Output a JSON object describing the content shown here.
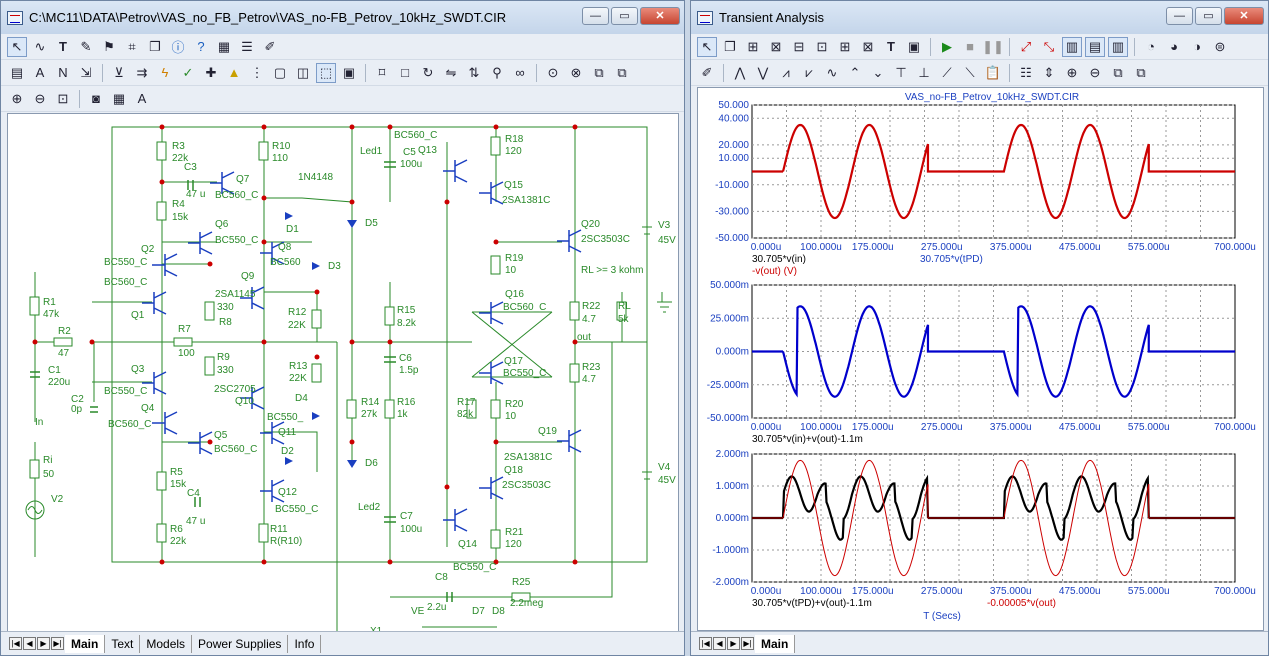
{
  "left_window": {
    "title": "C:\\MC11\\DATA\\Petrov\\VAS_no_FB_Petrov\\VAS_no-FB_Petrov_10kHz_SWDT.CIR",
    "tabs": [
      "Main",
      "Text",
      "Models",
      "Power Supplies",
      "Info"
    ],
    "nav": [
      "|◀",
      "◀",
      "▶",
      "▶|"
    ],
    "schematic_labels": [
      [
        "R3",
        170,
        147
      ],
      [
        "22k",
        170,
        159
      ],
      [
        "C3",
        182,
        168
      ],
      [
        "47 u",
        184,
        195
      ],
      [
        "R4",
        170,
        205
      ],
      [
        "15k",
        170,
        218
      ],
      [
        "Q2",
        139,
        250
      ],
      [
        "BC550_C",
        102,
        263
      ],
      [
        "BC560_C",
        102,
        283
      ],
      [
        "R1",
        41,
        303
      ],
      [
        "47k",
        41,
        315
      ],
      [
        "R2",
        56,
        332
      ],
      [
        "47",
        56,
        354
      ],
      [
        "Q1",
        129,
        316
      ],
      [
        "R7",
        176,
        330
      ],
      [
        "100",
        176,
        354
      ],
      [
        "C1",
        46,
        371
      ],
      [
        "220u",
        46,
        383
      ],
      [
        "Q3",
        129,
        370
      ],
      [
        "BC550_C",
        102,
        392
      ],
      [
        "C2",
        69,
        400
      ],
      [
        "0p",
        69,
        410
      ],
      [
        "Q4",
        139,
        409
      ],
      [
        "BC560_C",
        106,
        425
      ],
      [
        "Ri",
        41,
        461
      ],
      [
        "50",
        41,
        475
      ],
      [
        "V2",
        49,
        500
      ],
      [
        "In",
        33,
        423
      ],
      [
        "R5",
        168,
        473
      ],
      [
        "15k",
        168,
        485
      ],
      [
        "C4",
        185,
        494
      ],
      [
        "47 u",
        184,
        522
      ],
      [
        "R6",
        168,
        530
      ],
      [
        "22k",
        168,
        542
      ],
      [
        "R10",
        270,
        147
      ],
      [
        "110",
        270,
        159
      ],
      [
        "Q7",
        234,
        180
      ],
      [
        "BC560_C",
        213,
        196
      ],
      [
        "1N4148",
        296,
        178
      ],
      [
        "Q6",
        213,
        225
      ],
      [
        "BC550_C",
        213,
        241
      ],
      [
        "D1",
        284,
        230
      ],
      [
        "Q8",
        276,
        248
      ],
      [
        "BC560",
        268,
        263
      ],
      [
        "D3",
        326,
        267
      ],
      [
        "Q9",
        239,
        277
      ],
      [
        "2SA1145",
        213,
        295
      ],
      [
        "330",
        215,
        308
      ],
      [
        "R8",
        217,
        323
      ],
      [
        "R12",
        286,
        313
      ],
      [
        "22K",
        286,
        326
      ],
      [
        "R9",
        215,
        358
      ],
      [
        "330",
        215,
        371
      ],
      [
        "R13",
        287,
        367
      ],
      [
        "22K",
        287,
        379
      ],
      [
        "2SC2705",
        212,
        390
      ],
      [
        "Q10",
        233,
        402
      ],
      [
        "D4",
        293,
        399
      ],
      [
        "BC550_",
        265,
        418
      ],
      [
        "Q11",
        276,
        433
      ],
      [
        "Q5",
        212,
        436
      ],
      [
        "BC560_C",
        212,
        450
      ],
      [
        "D2",
        279,
        452
      ],
      [
        "Q12",
        276,
        493
      ],
      [
        "BC550_C",
        273,
        510
      ],
      [
        "R11",
        268,
        530
      ],
      [
        "R(R10)",
        268,
        542
      ],
      [
        "BC560_C",
        392,
        136
      ],
      [
        "Led1",
        358,
        152
      ],
      [
        "C5",
        401,
        153
      ],
      [
        "100u",
        398,
        165
      ],
      [
        "D5",
        363,
        224
      ],
      [
        "R15",
        395,
        311
      ],
      [
        "8.2k",
        395,
        324
      ],
      [
        "C6",
        397,
        359
      ],
      [
        "1.5p",
        397,
        371
      ],
      [
        "R14",
        359,
        403
      ],
      [
        "27k",
        359,
        415
      ],
      [
        "R16",
        395,
        403
      ],
      [
        "1k",
        395,
        415
      ],
      [
        "D6",
        363,
        464
      ],
      [
        "Led2",
        356,
        508
      ],
      [
        "C7",
        398,
        517
      ],
      [
        "100u",
        398,
        530
      ],
      [
        "Q13",
        416,
        151
      ],
      [
        "R18",
        503,
        140
      ],
      [
        "120",
        503,
        152
      ],
      [
        "Q15",
        502,
        186
      ],
      [
        "2SA1381C",
        500,
        201
      ],
      [
        "R19",
        503,
        259
      ],
      [
        "10",
        503,
        271
      ],
      [
        "Q16",
        503,
        295
      ],
      [
        "BC560_C",
        501,
        308
      ],
      [
        "Q17",
        502,
        362
      ],
      [
        "BC550_C",
        501,
        374
      ],
      [
        "R17",
        455,
        403
      ],
      [
        "82k",
        455,
        415
      ],
      [
        "R20",
        503,
        405
      ],
      [
        "10",
        503,
        417
      ],
      [
        "Q19",
        536,
        432
      ],
      [
        "2SA1381C",
        502,
        458
      ],
      [
        "Q18",
        502,
        471
      ],
      [
        "2SC3503C",
        500,
        486
      ],
      [
        "R21",
        503,
        533
      ],
      [
        "120",
        503,
        545
      ],
      [
        "Q14",
        456,
        545
      ],
      [
        "BC550_C",
        451,
        568
      ],
      [
        "Q20",
        579,
        225
      ],
      [
        "2SC3503C",
        579,
        240
      ],
      [
        "V3",
        656,
        226
      ],
      [
        "45V",
        656,
        241
      ],
      [
        "RL >= 3 kohm",
        579,
        271
      ],
      [
        "R22",
        580,
        307
      ],
      [
        "4.7",
        580,
        320
      ],
      [
        "RL",
        616,
        307
      ],
      [
        "5k",
        616,
        320
      ],
      [
        "out",
        575,
        338
      ],
      [
        "R23",
        580,
        368
      ],
      [
        "4.7",
        580,
        380
      ],
      [
        "V4",
        656,
        468
      ],
      [
        "45V",
        656,
        481
      ],
      [
        "C8",
        433,
        578
      ],
      [
        "R25",
        510,
        583
      ],
      [
        "2.2u",
        425,
        608
      ],
      [
        "2.2meg",
        508,
        604
      ],
      [
        "VE",
        409,
        612
      ],
      [
        "D7",
        470,
        612
      ],
      [
        "D8",
        490,
        612
      ],
      [
        "X1",
        368,
        632
      ]
    ]
  },
  "right_window": {
    "title": "Transient Analysis",
    "tabs": [
      "Main"
    ],
    "nav": [
      "|◀",
      "◀",
      "▶",
      "▶|"
    ],
    "plot_title": "VAS_no-FB_Petrov_10kHz_SWDT.CIR",
    "x_axis_label": "T (Secs)"
  },
  "chart_data": [
    {
      "type": "line",
      "title": "VAS_no-FB_Petrov_10kHz_SWDT.CIR",
      "yticks": [
        "50.000",
        "40.000",
        "20.000",
        "10.000",
        "-10.000",
        "-30.000",
        "-50.000"
      ],
      "ylim": [
        -50,
        50
      ],
      "xticks": [
        "0.000u",
        "100.000u",
        "175.000u",
        "275.000u",
        "375.000u",
        "475.000u",
        "575.000u",
        "700.000u"
      ],
      "xlim": [
        0,
        700
      ],
      "legend": [
        "30.705*v(in)",
        "-v(out) (V)",
        "30.705*v(tPD)"
      ],
      "series": [
        {
          "name": "30.705*v(in)",
          "color": "#cc0000",
          "bursts": [
            [
              45,
              255
            ],
            [
              365,
              575
            ]
          ],
          "period": 100,
          "amplitude": 35
        }
      ]
    },
    {
      "type": "line",
      "yticks": [
        "50.000m",
        "25.000m",
        "0.000m",
        "-25.000m",
        "-50.000m"
      ],
      "ylim": [
        -50,
        50
      ],
      "xticks": [
        "0.000u",
        "100.000u",
        "175.000u",
        "275.000u",
        "375.000u",
        "475.000u",
        "575.000u",
        "700.000u"
      ],
      "xlim": [
        0,
        700
      ],
      "legend": [
        "30.705*v(in)+v(out)-1.1m"
      ],
      "series": [
        {
          "name": "30.705*v(in)+v(out)-1.1m",
          "color": "#0000cc",
          "bursts": [
            [
              45,
              255
            ],
            [
              365,
              575
            ]
          ],
          "period": 100,
          "amplitude": 34
        }
      ]
    },
    {
      "type": "line",
      "yticks": [
        "2.000m",
        "1.000m",
        "0.000m",
        "-1.000m",
        "-2.000m"
      ],
      "ylim": [
        -2,
        2
      ],
      "xticks": [
        "0.000u",
        "100.000u",
        "175.000u",
        "275.000u",
        "375.000u",
        "475.000u",
        "575.000u",
        "700.000u"
      ],
      "xlim": [
        0,
        700
      ],
      "legend": [
        "30.705*v(tPD)+v(out)-1.1m",
        "-0.00005*v(out)"
      ],
      "series": [
        {
          "name": "30.705*v(tPD)+v(out)-1.1m",
          "color": "#000000",
          "bursts": [
            [
              45,
              255
            ],
            [
              365,
              575
            ]
          ]
        },
        {
          "name": "-0.00005*v(out)",
          "color": "#cc0000",
          "bursts": [
            [
              45,
              255
            ],
            [
              365,
              575
            ]
          ],
          "period": 100,
          "amplitude": 1.8
        }
      ]
    }
  ]
}
